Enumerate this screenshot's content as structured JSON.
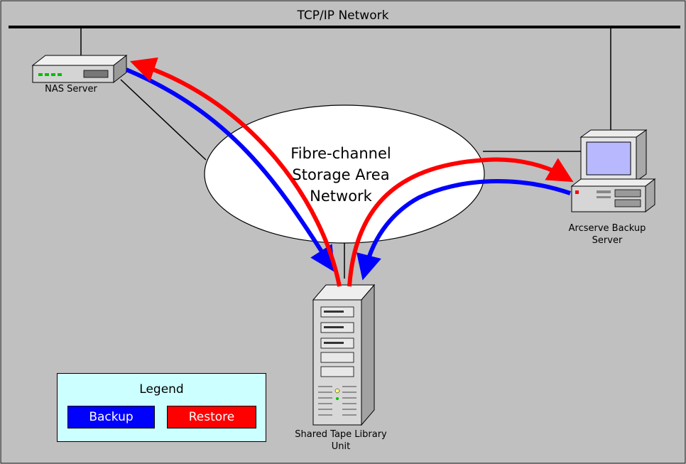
{
  "title": "TCP/IP Network",
  "nodes": {
    "nas_server": "NAS Server",
    "san": "Fibre-channel Storage Area Network",
    "backup_server": "Arcserve Backup Server",
    "tape_library": "Shared Tape Library Unit"
  },
  "legend": {
    "title": "Legend",
    "items": [
      {
        "label": "Backup",
        "color": "#0000ff"
      },
      {
        "label": "Restore",
        "color": "#ff0000"
      }
    ]
  },
  "colors": {
    "background": "#c0c0c0",
    "backup": "#0000ff",
    "restore": "#ff0000",
    "legend_background": "#ccffff"
  }
}
